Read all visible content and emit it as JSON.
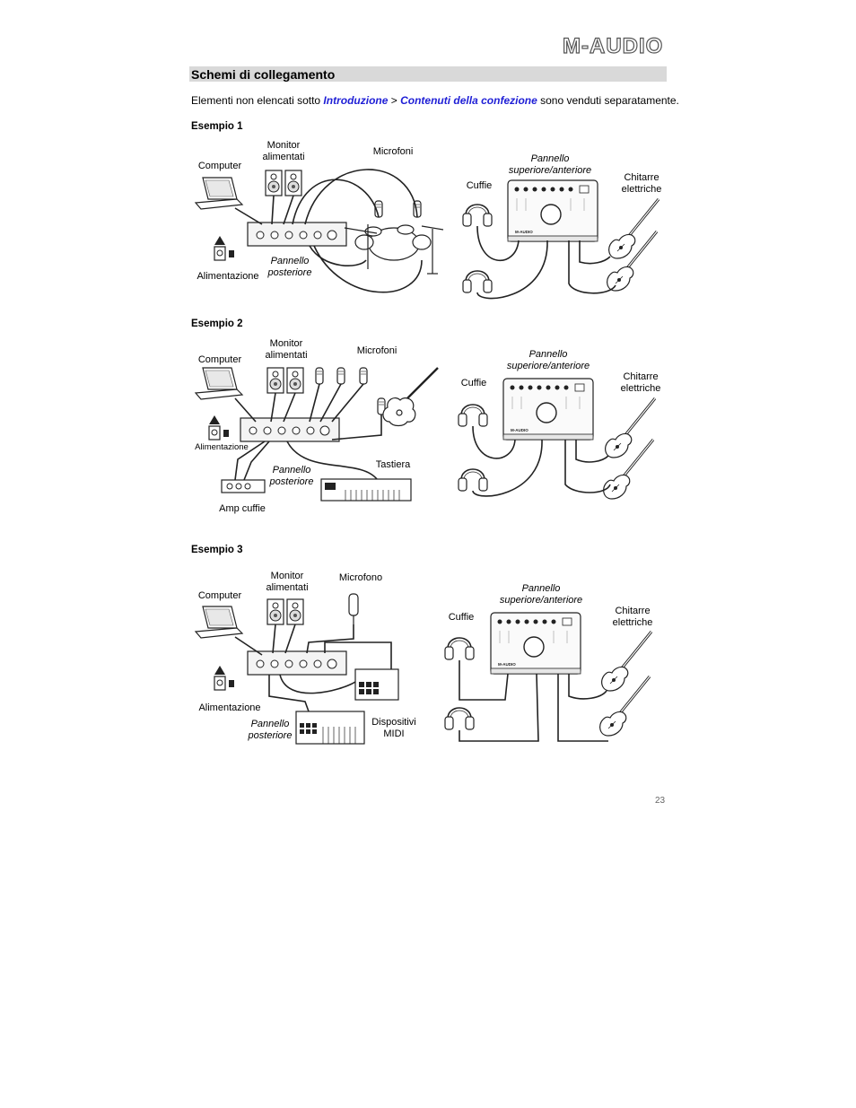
{
  "brand": "M-AUDIO",
  "section_title": "Schemi di collegamento",
  "intro": {
    "before": "Elementi non elencati sotto ",
    "link1": "Introduzione",
    "sep": " > ",
    "link2": "Contenuti della confezione",
    "after": " sono venduti separatamente."
  },
  "examples": [
    {
      "title": "Esempio 1",
      "labels": {
        "computer": "Computer",
        "monitors": "Monitor alimentati",
        "mics": "Microfoni",
        "power": "Alimentazione",
        "rear_panel": "Pannello posteriore",
        "top_panel": "Pannello superiore/anteriore",
        "headphones": "Cuffie",
        "guitars": "Chitarre elettriche"
      }
    },
    {
      "title": "Esempio 2",
      "labels": {
        "computer": "Computer",
        "monitors": "Monitor alimentati",
        "mics": "Microfoni",
        "power": "Alimentazione",
        "rear_panel": "Pannello posteriore",
        "keyboard": "Tastiera",
        "headphone_amp": "Amp cuffie",
        "top_panel": "Pannello superiore/anteriore",
        "headphones": "Cuffie",
        "guitars": "Chitarre elettriche"
      }
    },
    {
      "title": "Esempio 3",
      "labels": {
        "computer": "Computer",
        "monitors": "Monitor alimentati",
        "mic": "Microfono",
        "power": "Alimentazione",
        "rear_panel": "Pannello posteriore",
        "midi": "Dispositivi MIDI",
        "top_panel": "Pannello superiore/anteriore",
        "headphones": "Cuffie",
        "guitars": "Chitarre elettriche"
      }
    }
  ],
  "device_brand": "M-AUDIO",
  "page_number": "23"
}
